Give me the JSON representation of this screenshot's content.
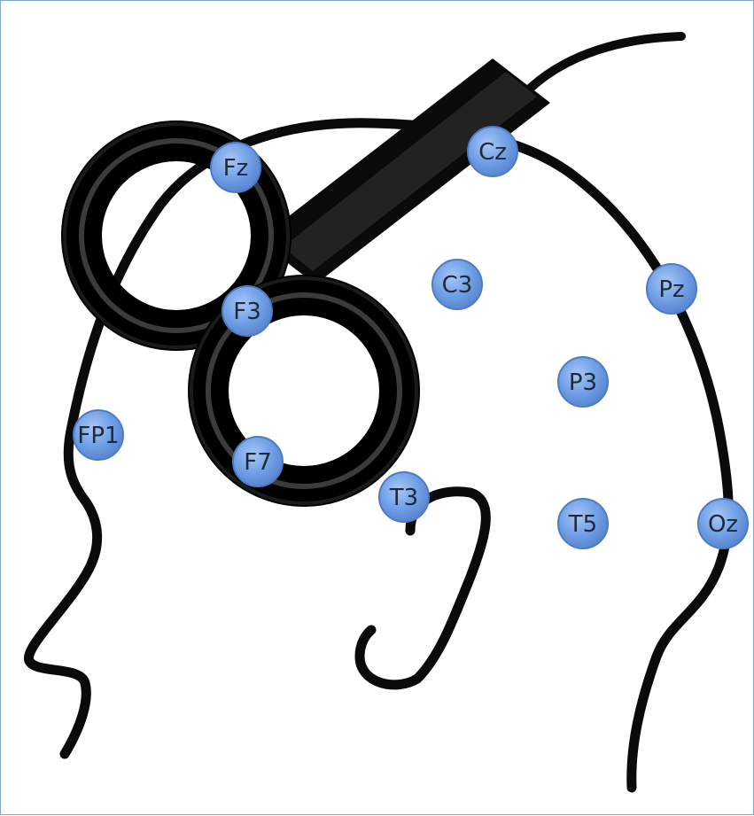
{
  "diagram": {
    "colors": {
      "outline": "#0a0a0a",
      "electrode_fill": "#6f9fe6",
      "electrode_edge": "#4c7cc6",
      "label": "#1d2a3a",
      "frame_border": "#7fa7c7"
    },
    "electrodes": [
      {
        "id": "fz",
        "label": "Fz"
      },
      {
        "id": "cz",
        "label": "Cz"
      },
      {
        "id": "c3",
        "label": "C3"
      },
      {
        "id": "pz",
        "label": "Pz"
      },
      {
        "id": "f3",
        "label": "F3"
      },
      {
        "id": "p3",
        "label": "P3"
      },
      {
        "id": "fp1",
        "label": "FP1"
      },
      {
        "id": "f7",
        "label": "F7"
      },
      {
        "id": "t3",
        "label": "T3"
      },
      {
        "id": "t5",
        "label": "T5"
      },
      {
        "id": "oz",
        "label": "Oz"
      }
    ],
    "coil": {
      "type": "figure-8 coil",
      "icon": "tms-coil-icon"
    }
  }
}
